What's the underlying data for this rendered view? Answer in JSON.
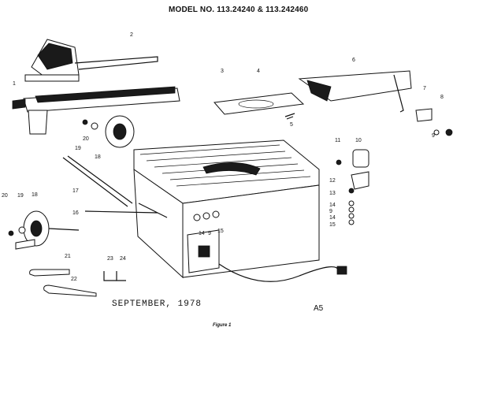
{
  "header": {
    "model": "MODEL NO. 113.24240 & 113.242460"
  },
  "footer": {
    "date": "SEPTEMBER, 1978",
    "code": "A5",
    "figure": "Figure 1"
  },
  "callouts": [
    "1",
    "2",
    "3",
    "4",
    "5",
    "6",
    "7",
    "8",
    "9",
    "10",
    "11",
    "12",
    "13",
    "14",
    "9",
    "14",
    "15",
    "16",
    "17",
    "18",
    "19",
    "20",
    "20",
    "19",
    "18",
    "14",
    "9",
    "15",
    "21",
    "22",
    "23",
    "24"
  ]
}
